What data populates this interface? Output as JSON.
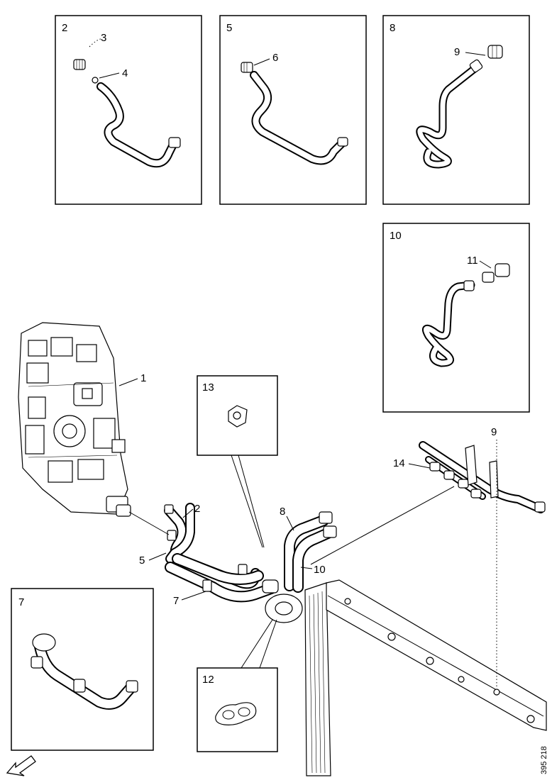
{
  "callouts": {
    "panel_2": "2",
    "panel_2_screw": "3",
    "panel_2_seal": "4",
    "panel_5": "5",
    "panel_5_connector": "6",
    "panel_8": "8",
    "panel_8_connector": "9",
    "panel_10": "10",
    "panel_10_connector": "11",
    "main_1": "1",
    "main_2": "2",
    "main_5": "5",
    "main_7": "7",
    "main_8": "8",
    "main_10": "10",
    "main_9": "9",
    "main_14": "14",
    "panel_13": "13",
    "panel_12": "12",
    "panel_7": "7"
  },
  "reference_code": "395 218",
  "icons": {
    "direction_arrow": "direction-arrow-icon"
  }
}
